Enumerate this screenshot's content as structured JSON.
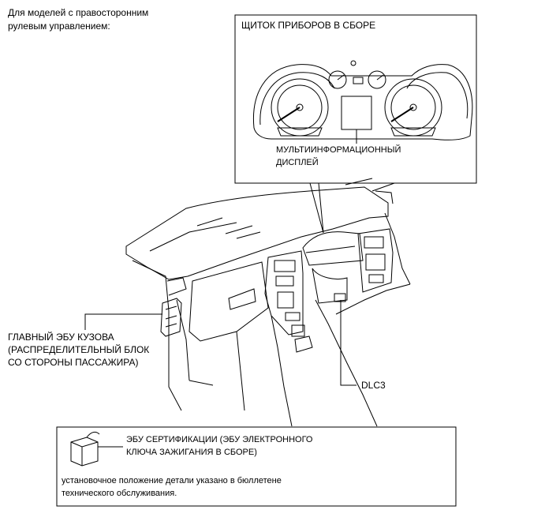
{
  "header_note": {
    "line1": "Для моделей с правосторонним",
    "line2": "рулевым управлением:"
  },
  "inset": {
    "title": "ЩИТОК ПРИБОРОВ В СБОРЕ",
    "display_line1": "МУЛЬТИИНФОРМАЦИОННЫЙ",
    "display_line2": "ДИСПЛЕЙ"
  },
  "main_body_ecu": {
    "line1": "ГЛАВНЫЙ ЭБУ КУЗОВА",
    "line2": "(РАСПРЕДЕЛИТЕЛЬНЫЙ БЛОК",
    "line3": "СО СТОРОНЫ ПАССАЖИРА)"
  },
  "dlc3": {
    "label": "DLC3"
  },
  "certification_box": {
    "line1": "ЭБУ СЕРТИФИКАЦИИ (ЭБУ ЭЛЕКТРОННОГО",
    "line2": "КЛЮЧА ЗАЖИГАНИЯ В СБОРЕ)",
    "note1": "установочное положение детали указано в бюллетене",
    "note2": "технического обслуживания."
  }
}
